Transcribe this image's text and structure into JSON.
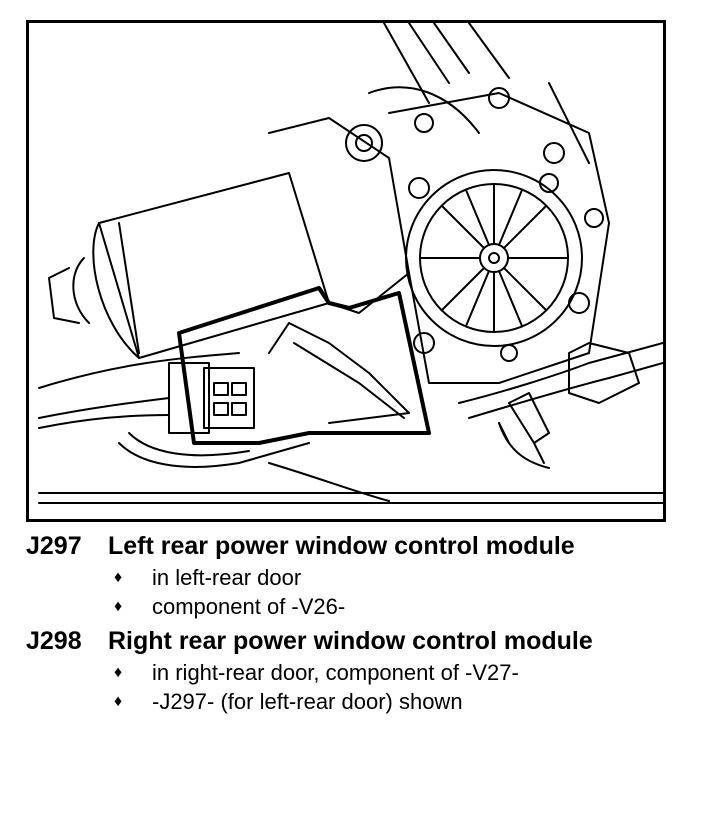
{
  "figure": {
    "type": "line-drawing",
    "subject": "power window motor with control module outlined",
    "stroke_color": "#000000"
  },
  "legend": {
    "entries": [
      {
        "code": "J297",
        "title": "Left rear power window control module",
        "bullets": [
          "in left-rear door",
          "component of -V26-"
        ]
      },
      {
        "code": "J298",
        "title": "Right rear power window control module",
        "bullets": [
          "in right-rear door, component of -V27-",
          "-J297- (for left-rear door) shown"
        ]
      }
    ],
    "bullet_glyph": "♦"
  }
}
